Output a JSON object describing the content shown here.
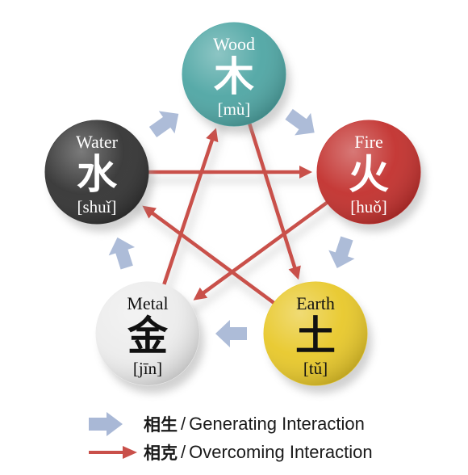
{
  "elements": [
    {
      "id": "wood",
      "name": "Wood",
      "char": "木",
      "pinyin": "[mù]",
      "color": "#4fa6a4",
      "text_color": "#ffffff"
    },
    {
      "id": "fire",
      "name": "Fire",
      "char": "火",
      "pinyin": "[huǒ]",
      "color": "#c2302d",
      "text_color": "#ffffff"
    },
    {
      "id": "earth",
      "name": "Earth",
      "char": "土",
      "pinyin": "[tǔ]",
      "color": "#e8c82a",
      "text_color": "#111111"
    },
    {
      "id": "metal",
      "name": "Metal",
      "char": "金",
      "pinyin": "[jīn]",
      "color": "#ececec",
      "text_color": "#111111"
    },
    {
      "id": "water",
      "name": "Water",
      "char": "水",
      "pinyin": "[shuǐ]",
      "color": "#333333",
      "text_color": "#ffffff"
    }
  ],
  "generating_cycle": [
    "wood",
    "fire",
    "earth",
    "metal",
    "water"
  ],
  "overcoming_cycle": [
    [
      "wood",
      "earth"
    ],
    [
      "earth",
      "water"
    ],
    [
      "water",
      "fire"
    ],
    [
      "fire",
      "metal"
    ],
    [
      "metal",
      "wood"
    ]
  ],
  "colors": {
    "generating_arrow": "#a9b8d6",
    "overcoming_arrow": "#c9504a"
  },
  "legend": [
    {
      "type": "generating",
      "zh": "相生",
      "sep": "/",
      "text": "Generating Interaction"
    },
    {
      "type": "overcoming",
      "zh": "相克",
      "sep": "/",
      "text": "Overcoming Interaction"
    }
  ]
}
